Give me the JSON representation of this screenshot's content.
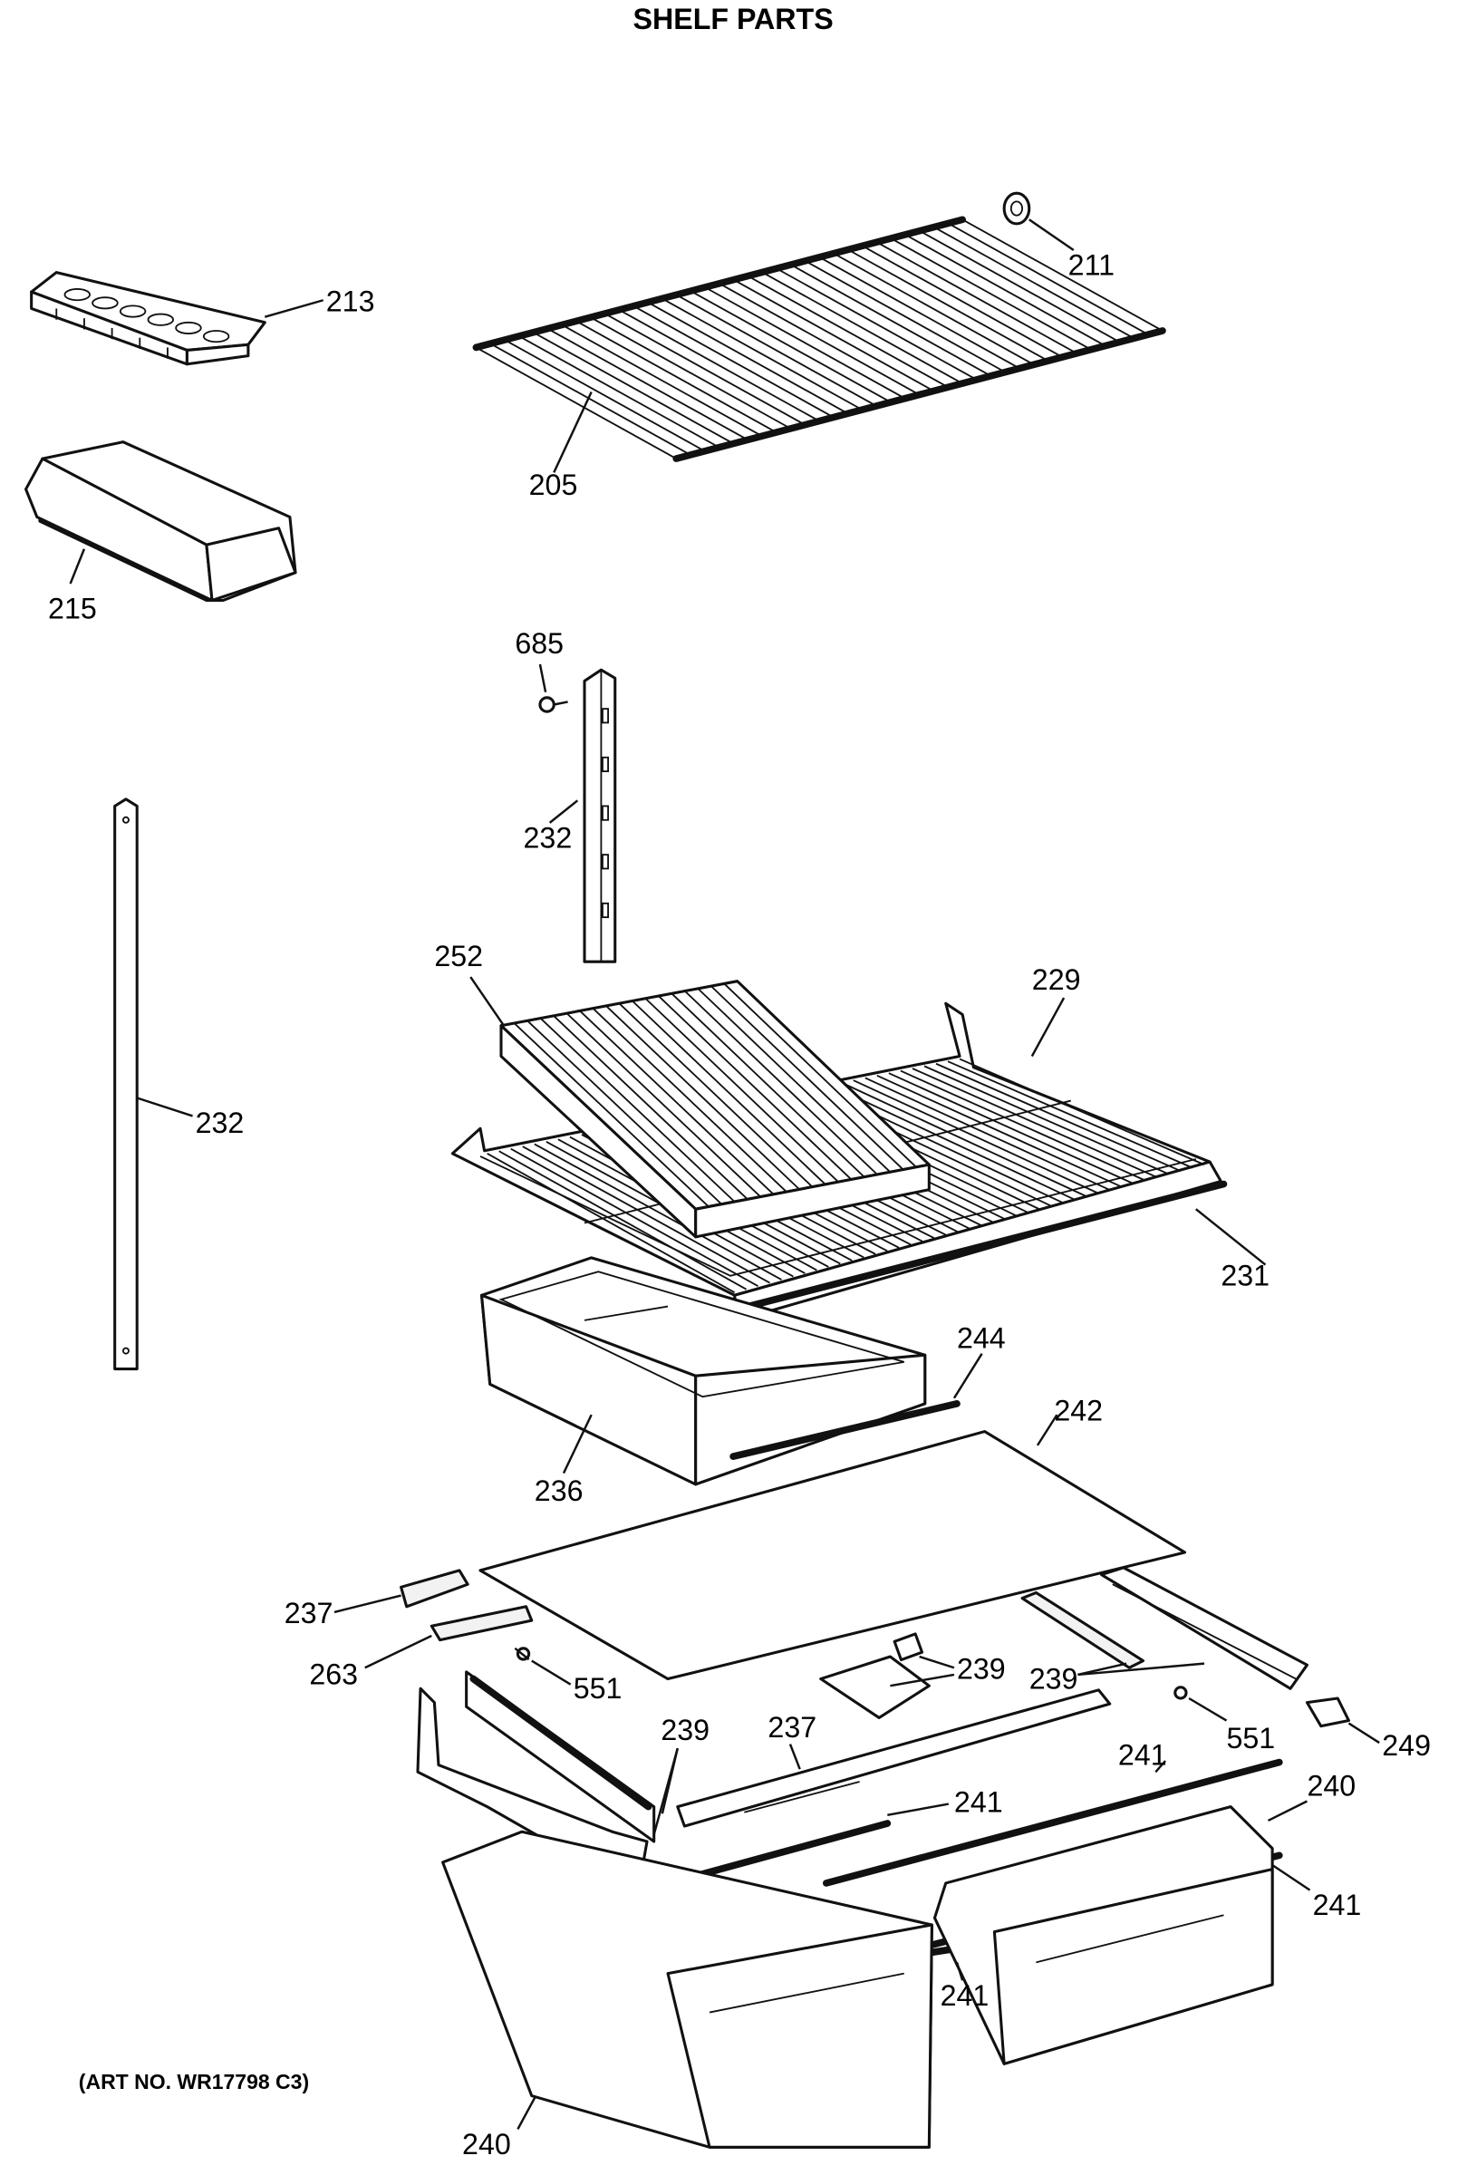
{
  "title": "SHELF PARTS",
  "art_number": "(ART NO. WR17798 C3)",
  "labels": [
    {
      "id": "lbl-211",
      "text": "211"
    },
    {
      "id": "lbl-213",
      "text": "213"
    },
    {
      "id": "lbl-205",
      "text": "205"
    },
    {
      "id": "lbl-215",
      "text": "215"
    },
    {
      "id": "lbl-685",
      "text": "685"
    },
    {
      "id": "lbl-232-center",
      "text": "232"
    },
    {
      "id": "lbl-232-left",
      "text": "232"
    },
    {
      "id": "lbl-252",
      "text": "252"
    },
    {
      "id": "lbl-229",
      "text": "229"
    },
    {
      "id": "lbl-231",
      "text": "231"
    },
    {
      "id": "lbl-244",
      "text": "244"
    },
    {
      "id": "lbl-242",
      "text": "242"
    },
    {
      "id": "lbl-236",
      "text": "236"
    },
    {
      "id": "lbl-237-left",
      "text": "237"
    },
    {
      "id": "lbl-263",
      "text": "263"
    },
    {
      "id": "lbl-551-left",
      "text": "551"
    },
    {
      "id": "lbl-239-center",
      "text": "239"
    },
    {
      "id": "lbl-239-right",
      "text": "239"
    },
    {
      "id": "lbl-551-right",
      "text": "551"
    },
    {
      "id": "lbl-249",
      "text": "249"
    },
    {
      "id": "lbl-239-lower",
      "text": "239"
    },
    {
      "id": "lbl-237-lower",
      "text": "237"
    },
    {
      "id": "lbl-241-upper-right",
      "text": "241"
    },
    {
      "id": "lbl-240-right",
      "text": "240"
    },
    {
      "id": "lbl-241-center",
      "text": "241"
    },
    {
      "id": "lbl-241-right",
      "text": "241"
    },
    {
      "id": "lbl-241-bottom",
      "text": "241"
    },
    {
      "id": "lbl-240-bottom",
      "text": "240"
    }
  ]
}
